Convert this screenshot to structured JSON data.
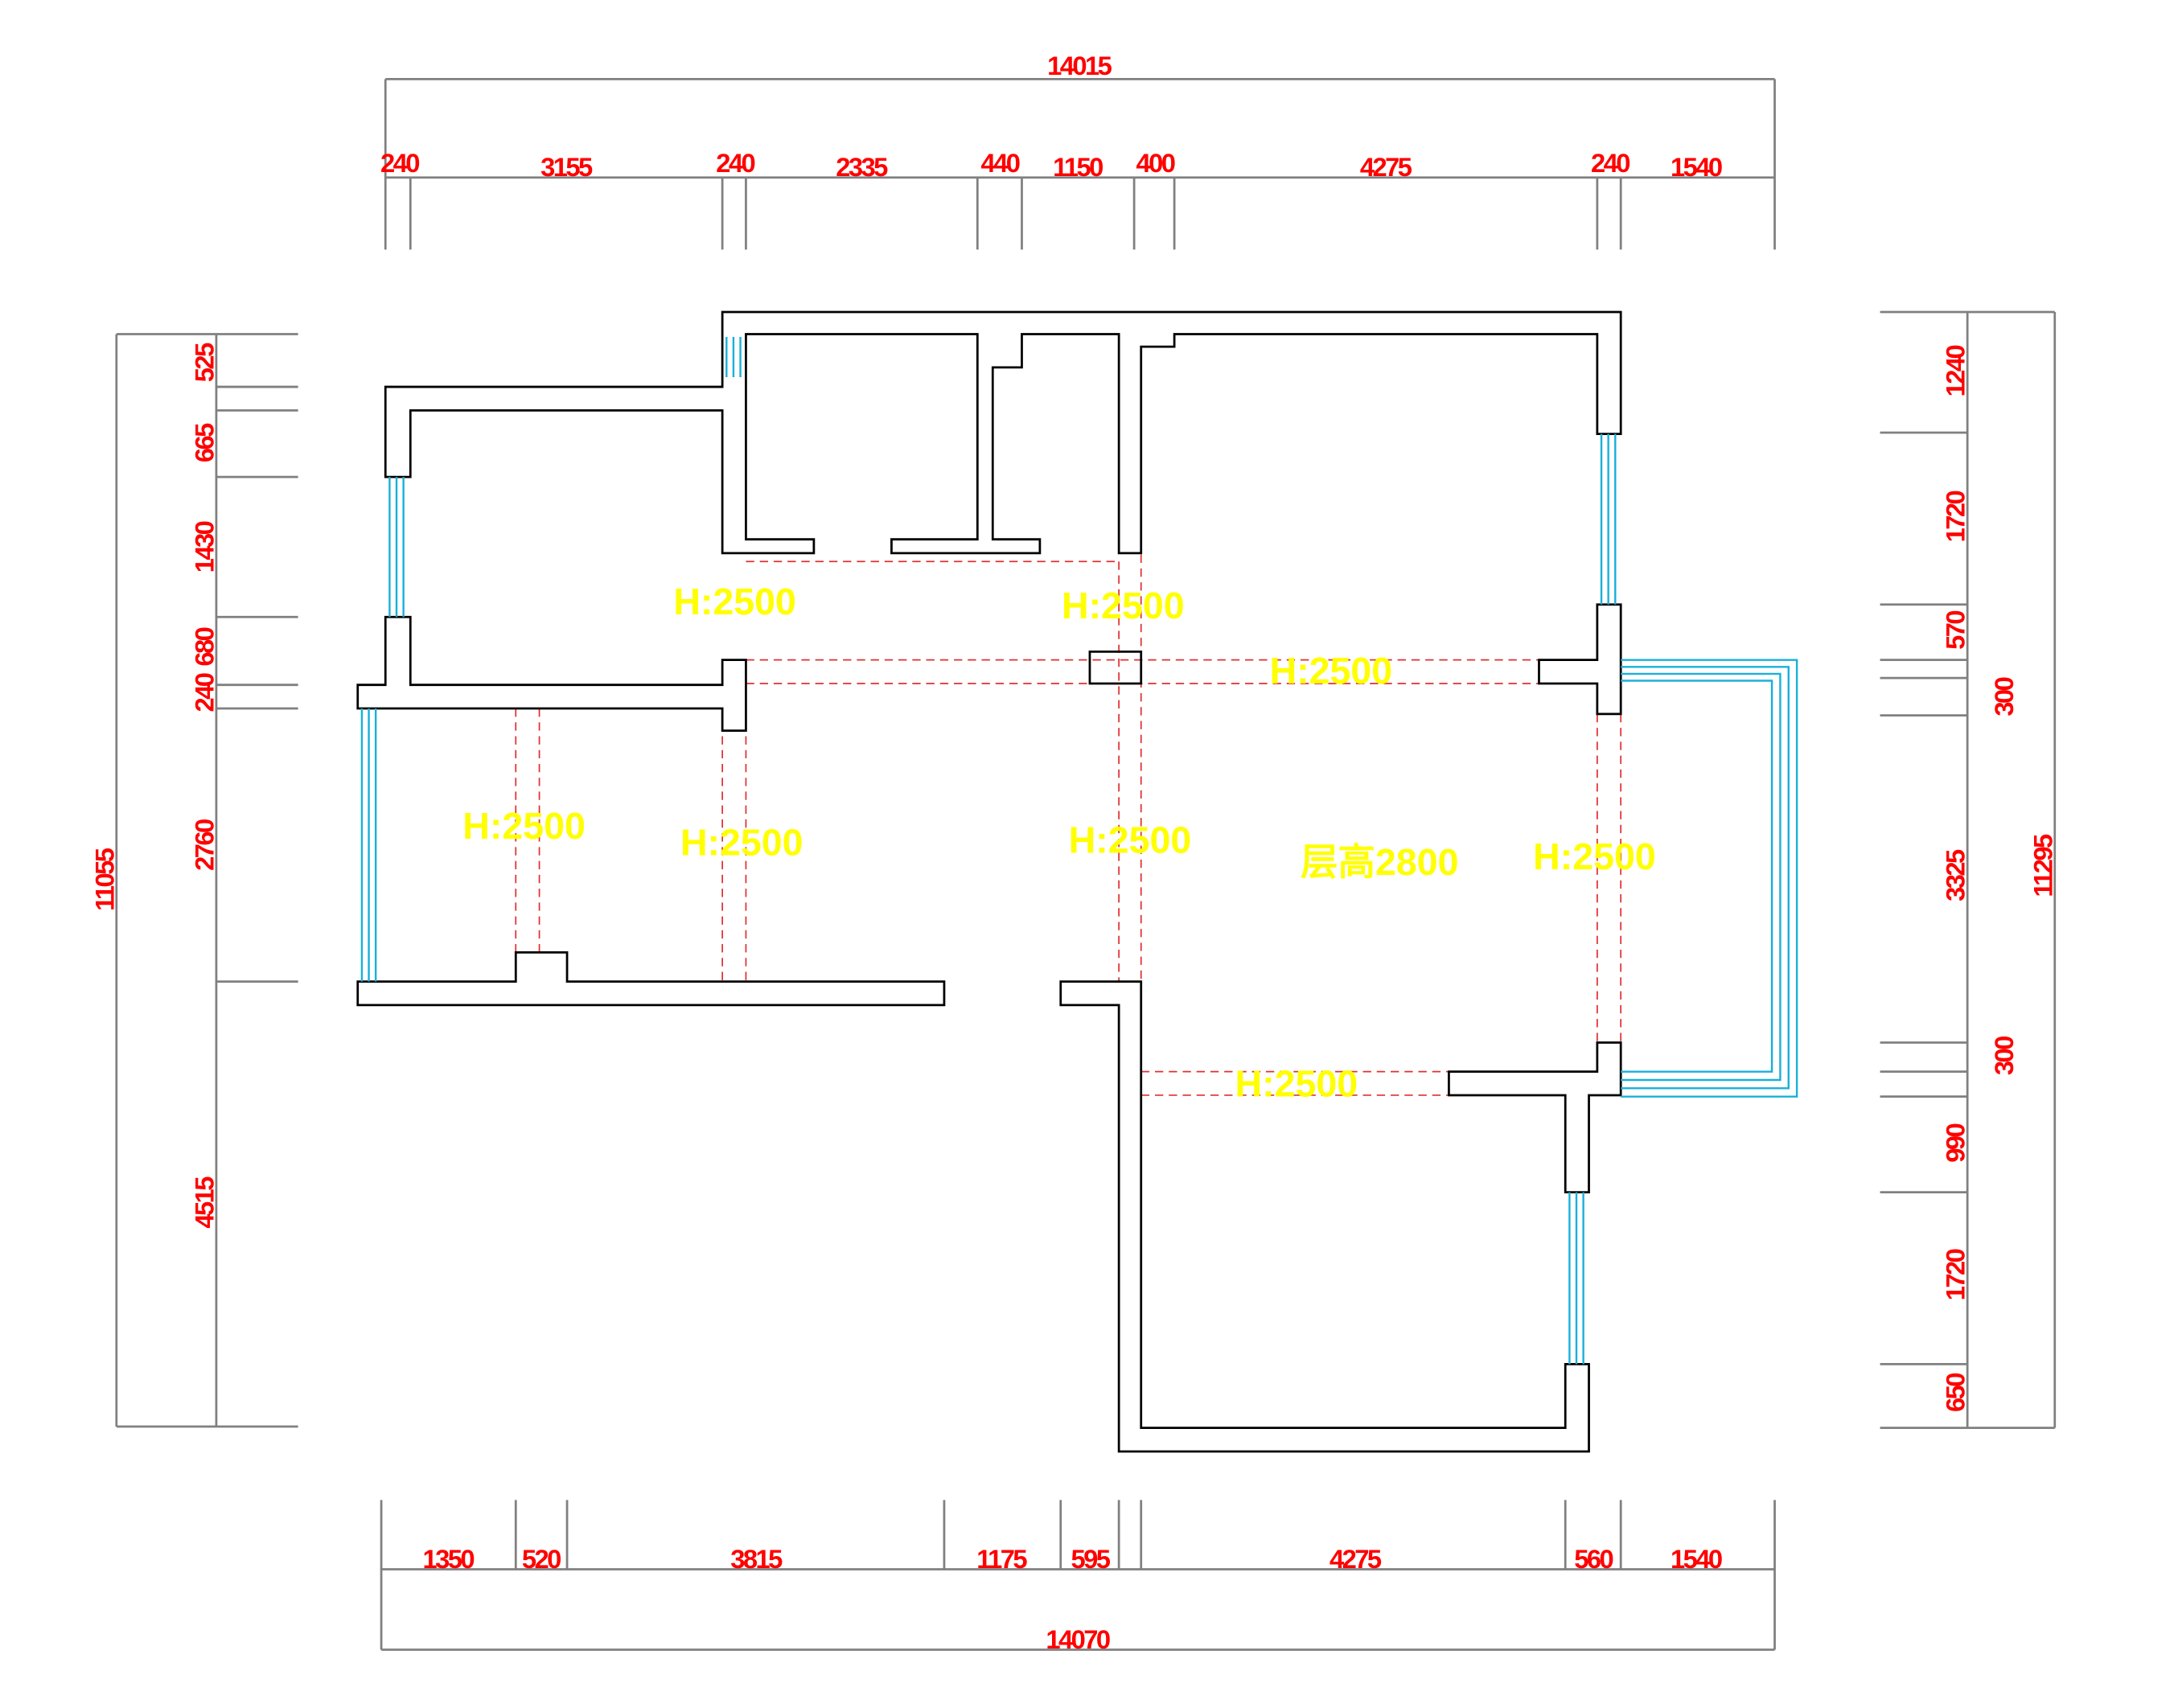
{
  "colors": {
    "dimension_text": "#ff0000",
    "dimension_line": "#808080",
    "wall": "#000000",
    "window": "#1ab0d8",
    "beam_dash": "#e03030",
    "height_label": "#ffff00"
  },
  "top_dims": {
    "total": "14015",
    "segments": [
      "240",
      "3155",
      "240",
      "2335",
      "440",
      "1150",
      "400",
      "4275",
      "240",
      "1540"
    ]
  },
  "bottom_dims": {
    "total": "14070",
    "segments": [
      "1350",
      "520",
      "3815",
      "1175",
      "595",
      "4275",
      "560",
      "1540"
    ]
  },
  "left_dims": {
    "total": "11055",
    "segments": [
      "525",
      "665",
      "1430",
      "680",
      "240",
      "2760",
      "4515"
    ]
  },
  "right_dims": {
    "total": "11295",
    "segments": [
      "1240",
      "1720",
      "570",
      "3325",
      "990",
      "1720",
      "650"
    ],
    "balcony": [
      "300",
      "300"
    ]
  },
  "labels": {
    "beam_heights": [
      "H:2500",
      "H:2500",
      "H:2500",
      "H:2500",
      "H:2500",
      "H:2500",
      "H:2500",
      "H:2500"
    ],
    "floor_height": "层高2800"
  }
}
